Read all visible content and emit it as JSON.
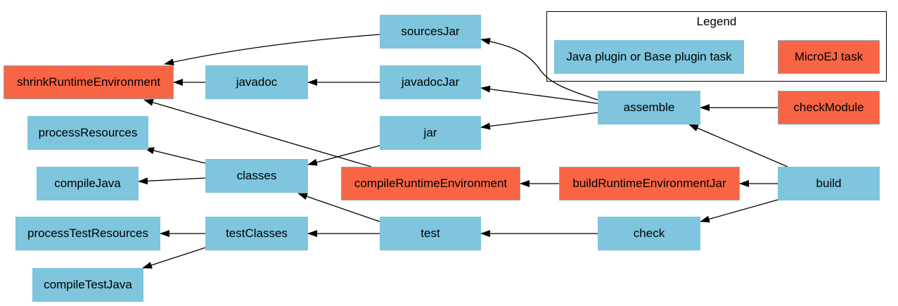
{
  "legend": {
    "title": "Legend",
    "java_label": "Java plugin or Base plugin task",
    "microej_label": "MicroEJ task"
  },
  "colors": {
    "java_task": "#7ec5dd",
    "microej_task": "#f86544",
    "edge": "#000000"
  },
  "nodes": {
    "shrinkRuntimeEnvironment": "shrinkRuntimeEnvironment",
    "sourcesJar": "sourcesJar",
    "javadoc": "javadoc",
    "javadocJar": "javadocJar",
    "processResources": "processResources",
    "jar": "jar",
    "assemble": "assemble",
    "checkModule": "checkModule",
    "classes": "classes",
    "compileJava": "compileJava",
    "compileRuntimeEnvironment": "compileRuntimeEnvironment",
    "buildRuntimeEnvironmentJar": "buildRuntimeEnvironmentJar",
    "build": "build",
    "processTestResources": "processTestResources",
    "testClasses": "testClasses",
    "test": "test",
    "check": "check",
    "compileTestJava": "compileTestJava"
  },
  "edges": [
    {
      "from": "sourcesJar",
      "to": "shrinkRuntimeEnvironment"
    },
    {
      "from": "javadoc",
      "to": "shrinkRuntimeEnvironment"
    },
    {
      "from": "javadocJar",
      "to": "javadoc"
    },
    {
      "from": "compileRuntimeEnvironment",
      "to": "shrinkRuntimeEnvironment"
    },
    {
      "from": "assemble",
      "to": "sourcesJar"
    },
    {
      "from": "assemble",
      "to": "javadocJar"
    },
    {
      "from": "assemble",
      "to": "jar"
    },
    {
      "from": "checkModule",
      "to": "assemble"
    },
    {
      "from": "jar",
      "to": "classes"
    },
    {
      "from": "classes",
      "to": "processResources"
    },
    {
      "from": "classes",
      "to": "compileJava"
    },
    {
      "from": "test",
      "to": "classes"
    },
    {
      "from": "buildRuntimeEnvironmentJar",
      "to": "compileRuntimeEnvironment"
    },
    {
      "from": "build",
      "to": "buildRuntimeEnvironmentJar"
    },
    {
      "from": "build",
      "to": "assemble"
    },
    {
      "from": "build",
      "to": "check"
    },
    {
      "from": "testClasses",
      "to": "processTestResources"
    },
    {
      "from": "testClasses",
      "to": "compileTestJava"
    },
    {
      "from": "test",
      "to": "testClasses"
    },
    {
      "from": "check",
      "to": "test"
    }
  ]
}
